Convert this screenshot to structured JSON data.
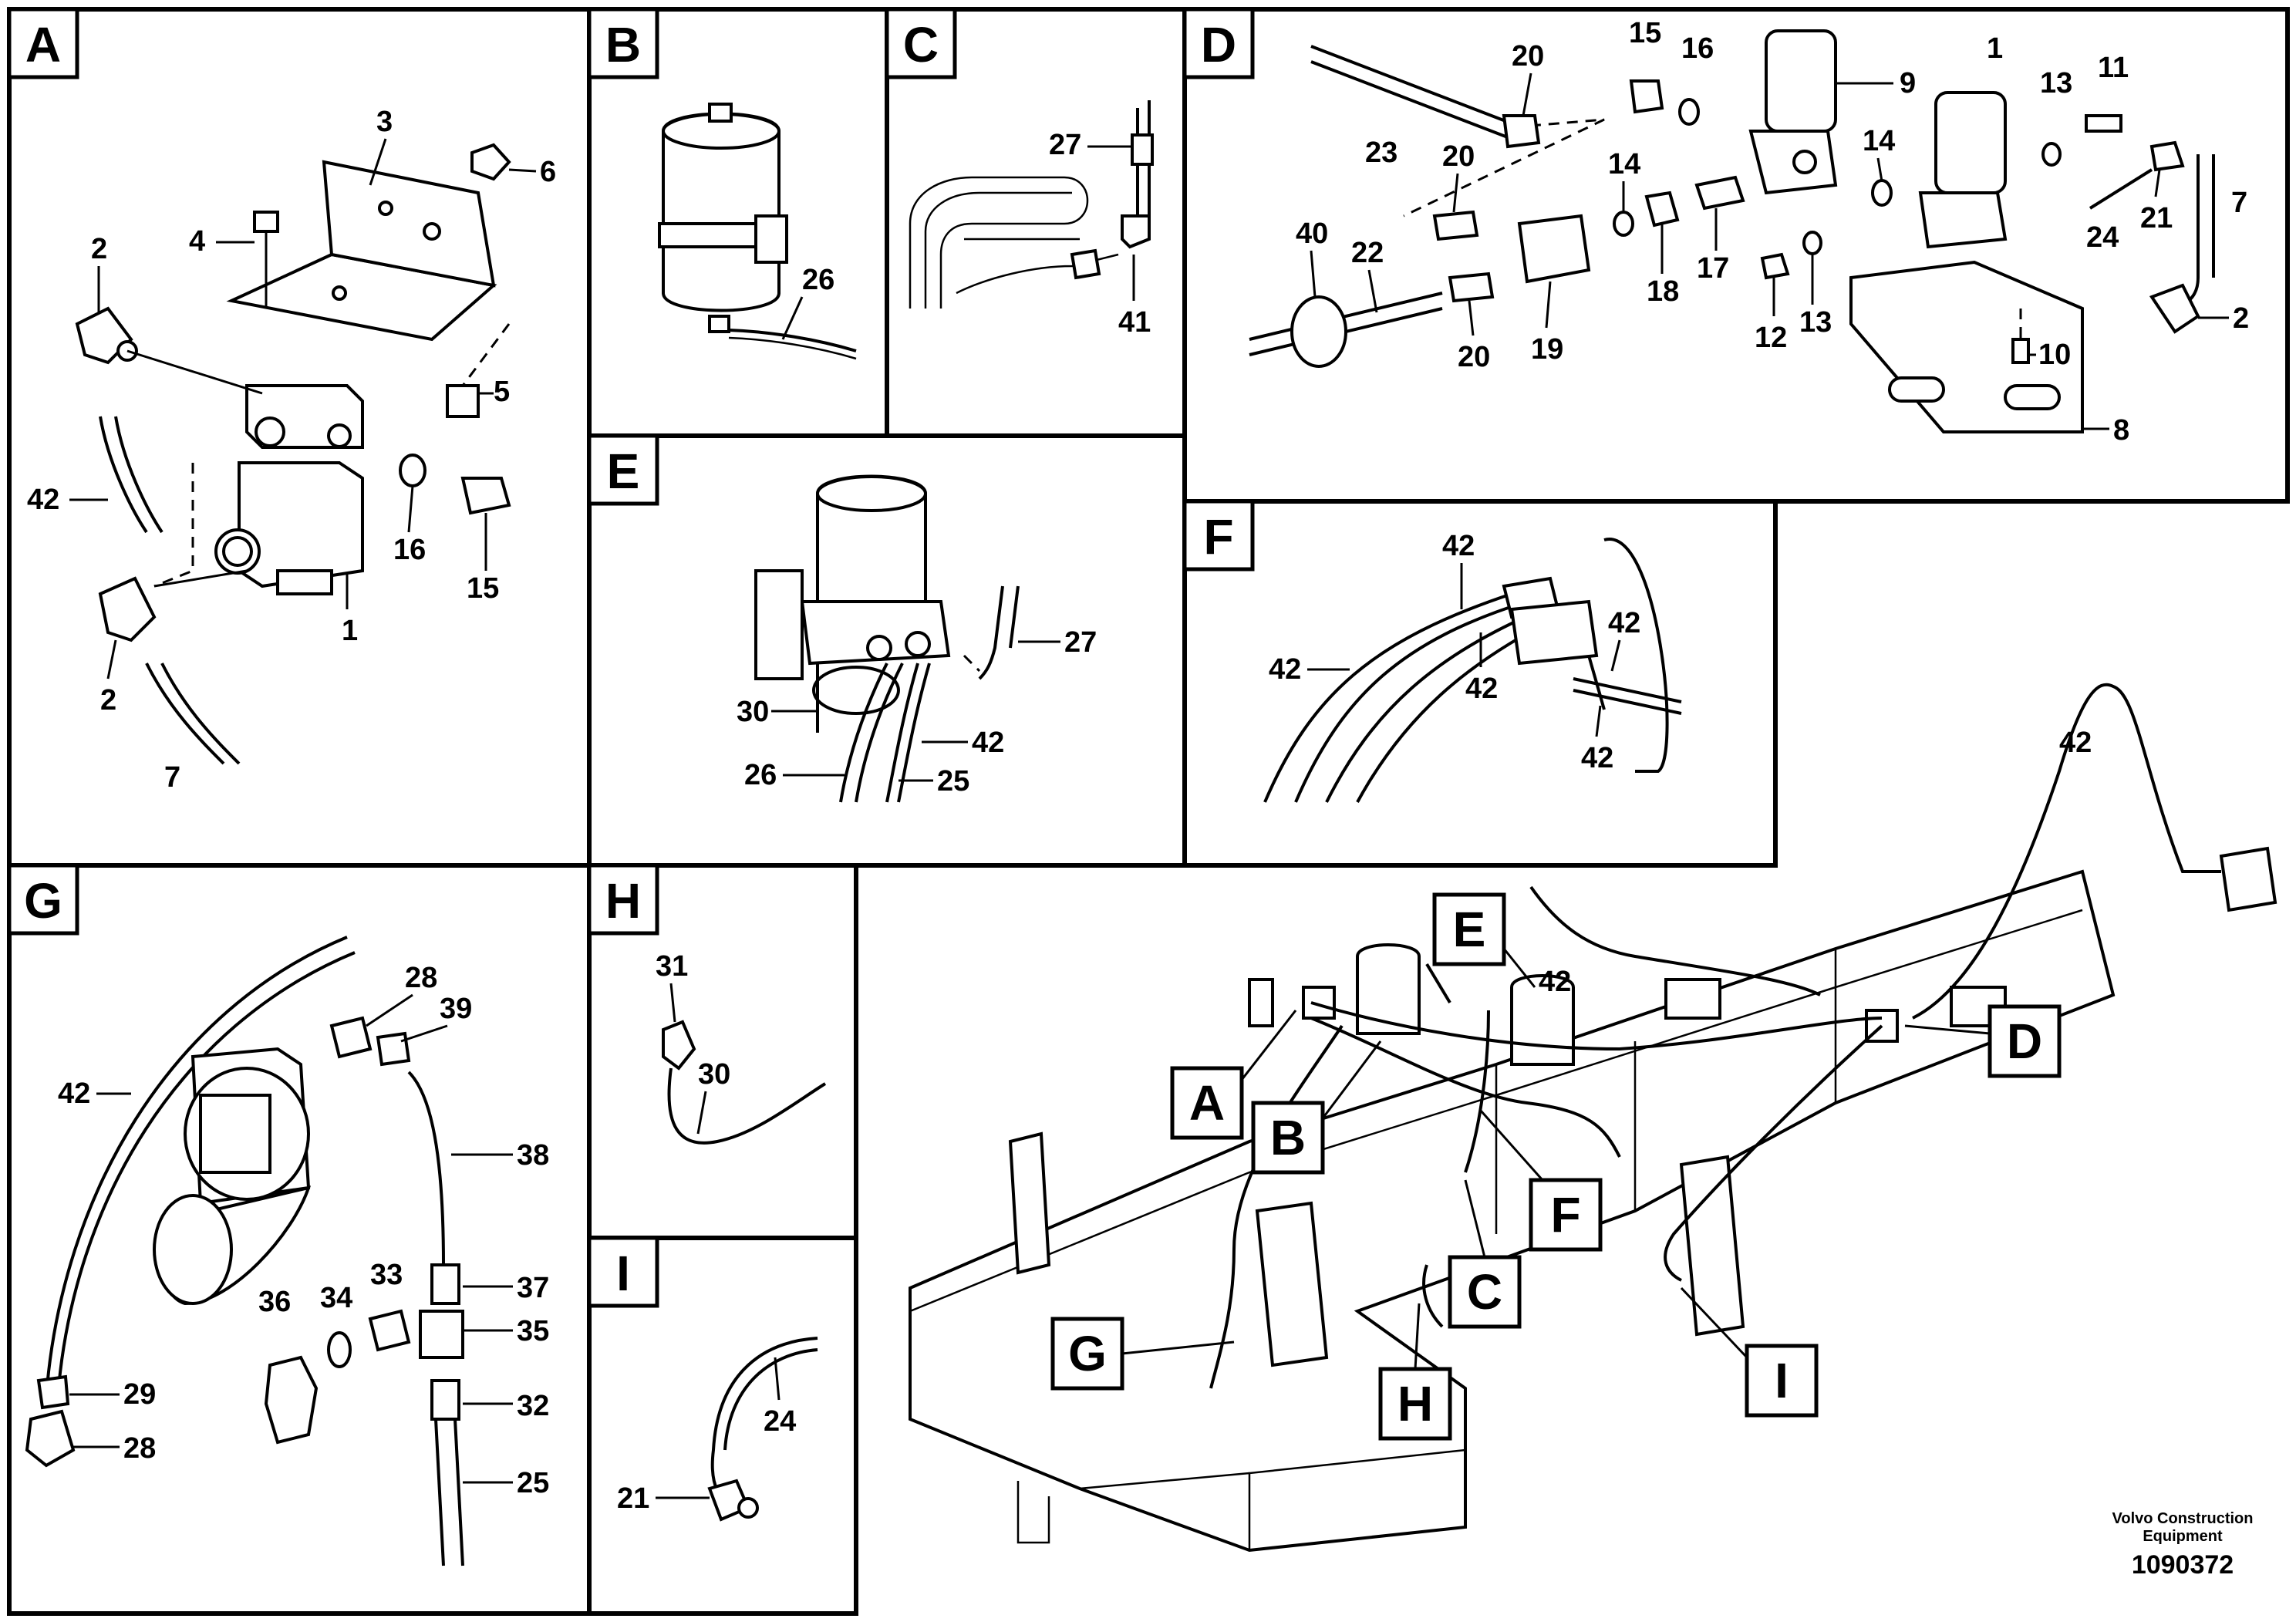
{
  "panels": {
    "A": {
      "label": "A",
      "parts": [
        "3",
        "6",
        "4",
        "2",
        "5",
        "42",
        "16",
        "15",
        "1",
        "2",
        "7"
      ]
    },
    "B": {
      "label": "B",
      "parts": [
        "26"
      ]
    },
    "C": {
      "label": "C",
      "parts": [
        "27",
        "41"
      ]
    },
    "D": {
      "label": "D",
      "parts": [
        "20",
        "15",
        "16",
        "9",
        "1",
        "13",
        "11",
        "23",
        "20",
        "14",
        "14",
        "7",
        "40",
        "22",
        "18",
        "17",
        "12",
        "13",
        "24",
        "21",
        "20",
        "19",
        "10",
        "2",
        "8"
      ]
    },
    "E": {
      "label": "E",
      "parts": [
        "27",
        "30",
        "42",
        "26",
        "25"
      ]
    },
    "F": {
      "label": "F",
      "parts": [
        "42",
        "42",
        "42",
        "42",
        "42"
      ]
    },
    "G": {
      "label": "G",
      "parts": [
        "28",
        "39",
        "42",
        "38",
        "36",
        "34",
        "33",
        "37",
        "35",
        "29",
        "32",
        "28",
        "25"
      ]
    },
    "H": {
      "label": "H",
      "parts": [
        "31",
        "30"
      ]
    },
    "I": {
      "label": "I",
      "parts": [
        "24",
        "21"
      ]
    }
  },
  "overview": {
    "callouts": [
      "A",
      "B",
      "C",
      "D",
      "E",
      "F",
      "G",
      "H",
      "I"
    ],
    "hose_label": "42",
    "hose_label_2": "42"
  },
  "footer": {
    "maker_line1": "Volvo Construction",
    "maker_line2": "Equipment",
    "doc_number": "1090372"
  }
}
